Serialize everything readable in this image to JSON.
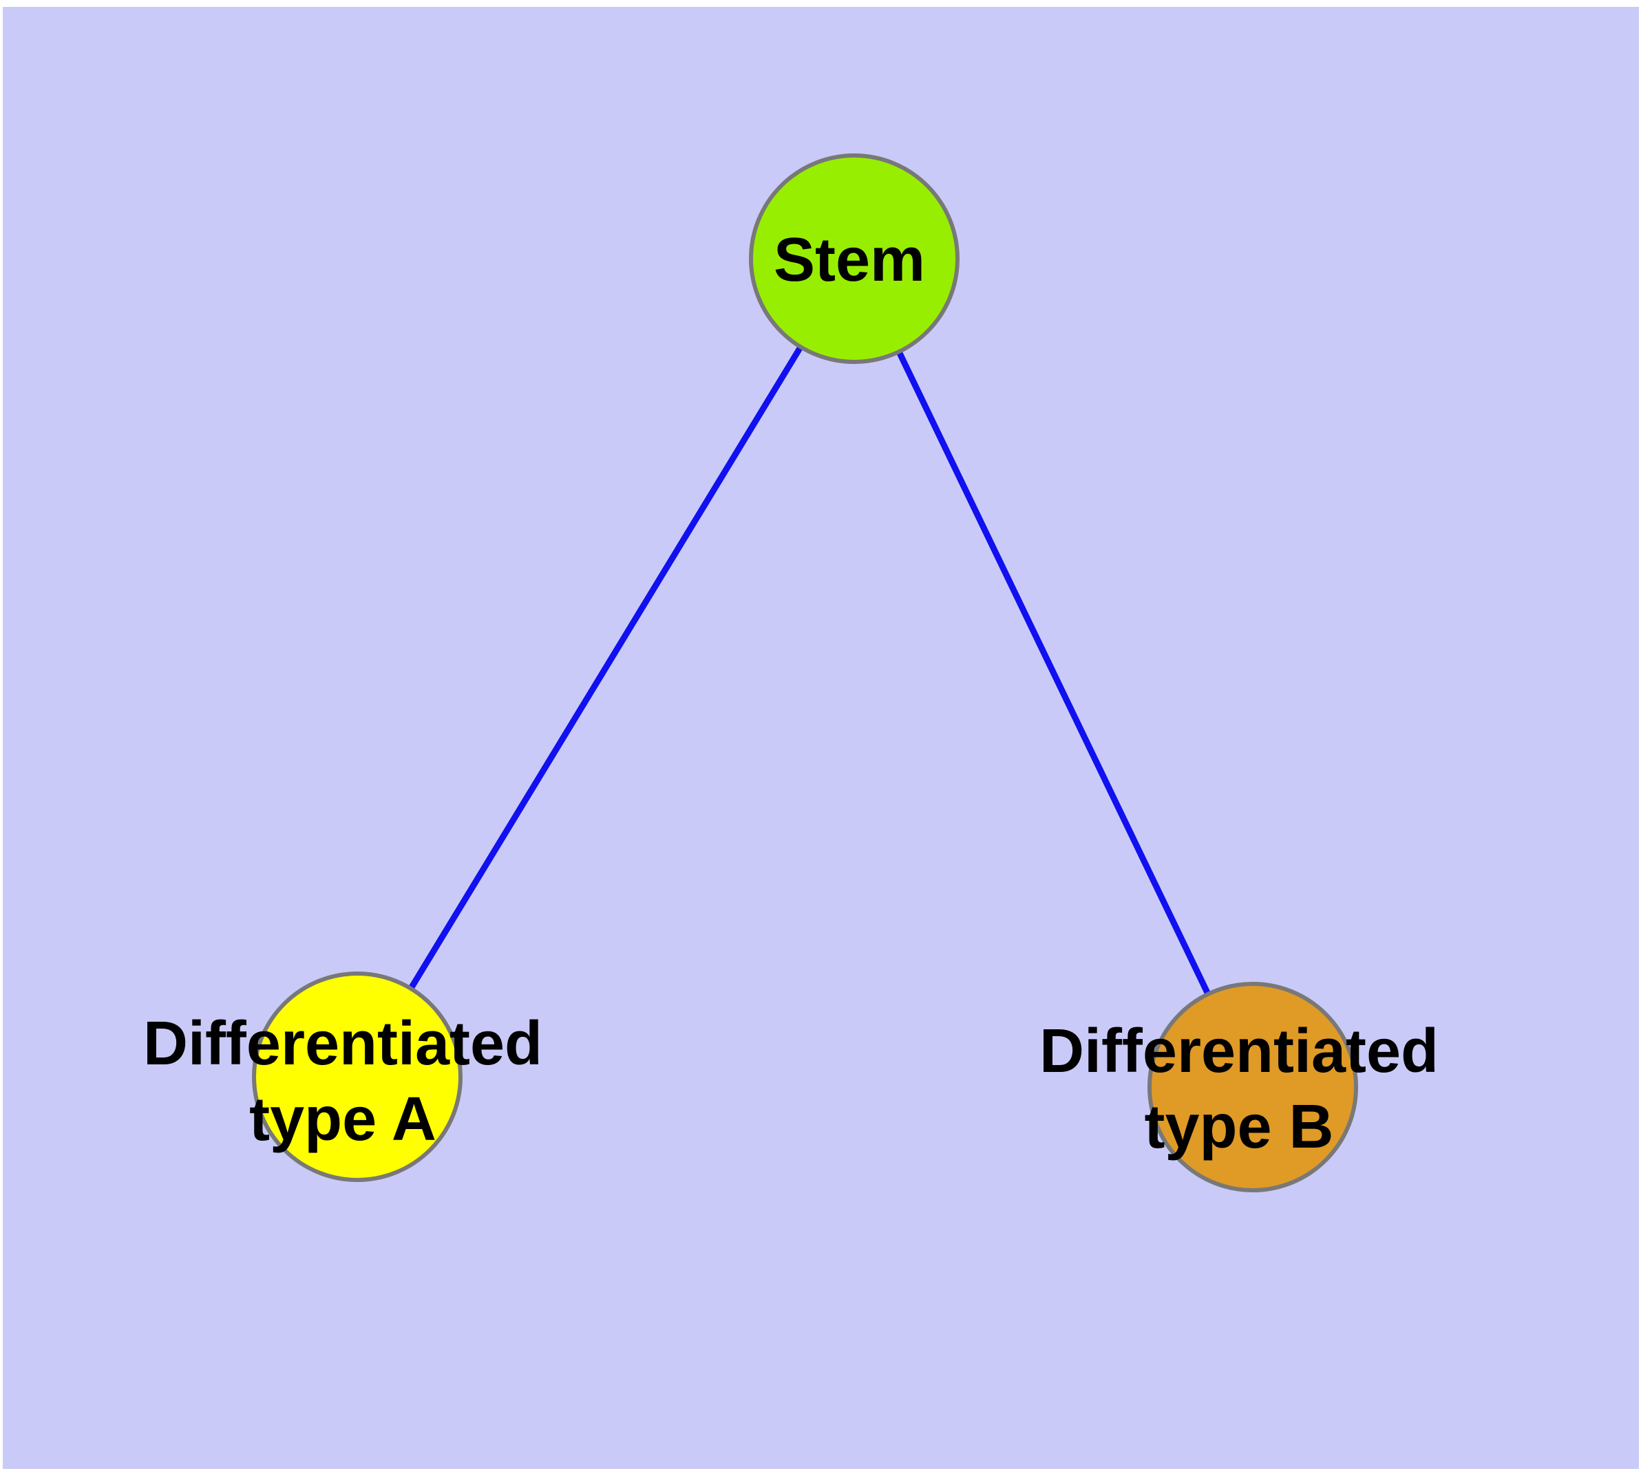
{
  "diagram": {
    "type": "graph",
    "description": "Stem cell differentiation graph: a Stem node connected to two differentiated cell-type nodes",
    "margin_color": "#FFFFFF",
    "background_color": "#CACAF8",
    "edge_color": "#1010F0",
    "node_border_color": "#787878",
    "text_color": "#000000",
    "nodes": [
      {
        "id": "stem",
        "label": "Stem",
        "fill": "#98EE00"
      },
      {
        "id": "differentiated-type-a",
        "label": "Differentiated type A",
        "label_line1": "Differentiated",
        "label_line2": "type A",
        "fill": "#FFFF00"
      },
      {
        "id": "differentiated-type-b",
        "label": "Differentiated type B",
        "label_line1": "Differentiated",
        "label_line2": "type B",
        "fill": "#E09A26"
      }
    ],
    "edges": [
      {
        "from": "Stem",
        "to": "Differentiated type A"
      },
      {
        "from": "Stem",
        "to": "Differentiated type B"
      }
    ]
  }
}
